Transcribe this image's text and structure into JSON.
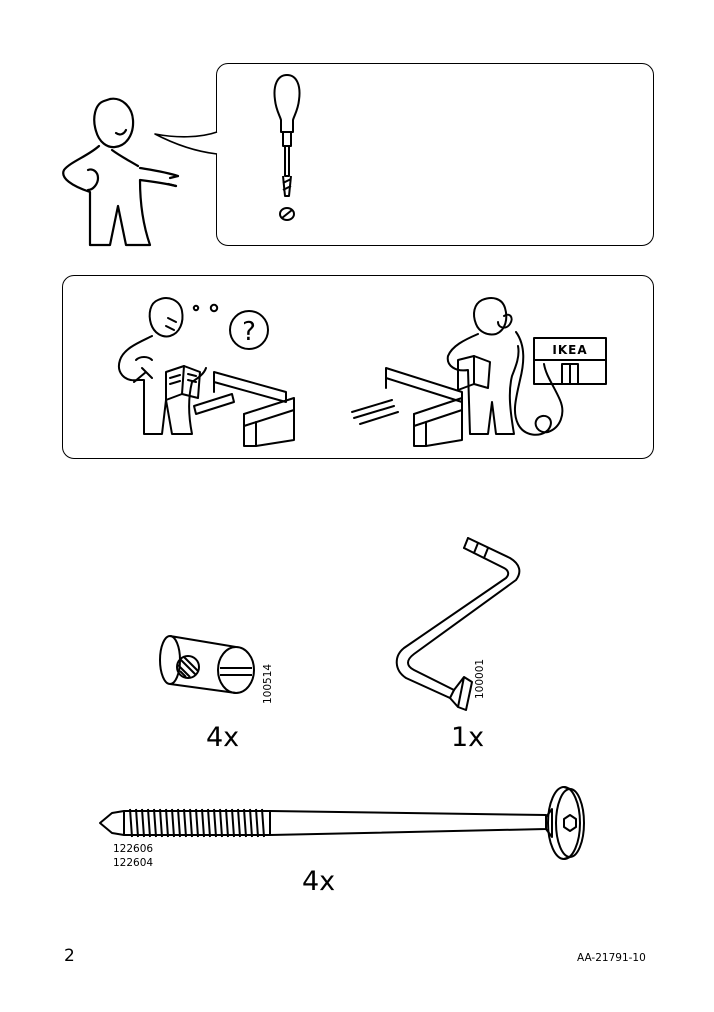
{
  "page": {
    "number": "2",
    "doc_code": "AA-21791-10"
  },
  "tools_panel": {
    "tool_icon": "flathead-screwdriver-icon"
  },
  "help_panel": {
    "question_mark": "?",
    "store_sign": "IKEA"
  },
  "parts": [
    {
      "part_no": "100514",
      "quantity": "4x",
      "icon": "cam-lock-nut-icon"
    },
    {
      "part_no": "100001",
      "quantity": "1x",
      "icon": "allen-key-icon"
    },
    {
      "part_nos": [
        "122606",
        "122604"
      ],
      "quantity": "4x",
      "icon": "connector-bolt-icon"
    }
  ]
}
